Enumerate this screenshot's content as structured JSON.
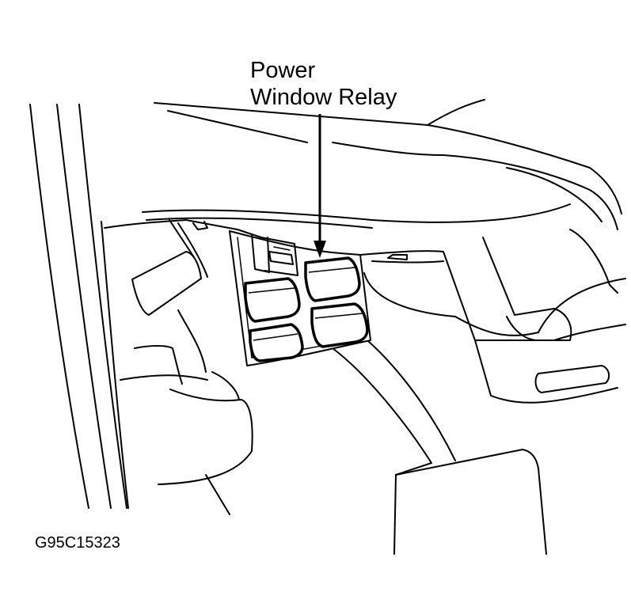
{
  "callout": {
    "line1": "Power",
    "line2": "Window Relay"
  },
  "figure_id": "G95C15323",
  "colors": {
    "ink": "#000000",
    "paper": "#ffffff"
  }
}
